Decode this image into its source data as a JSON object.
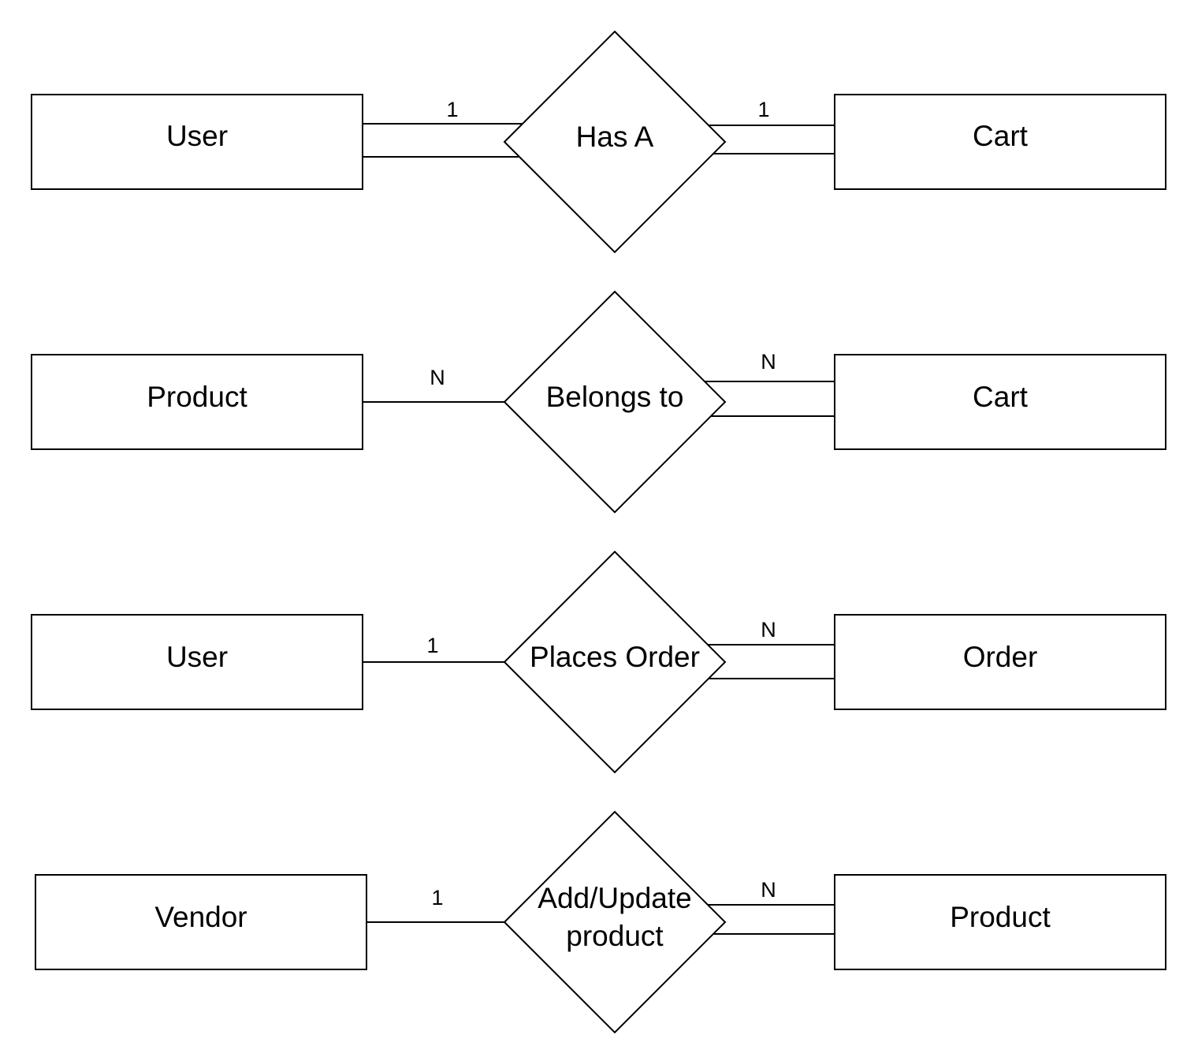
{
  "rows": [
    {
      "left": "User",
      "relationship": [
        "Has A"
      ],
      "right": "Cart",
      "left_cardinality": "1",
      "right_cardinality": "1",
      "left_total_participation": true,
      "right_total_participation": true
    },
    {
      "left": "Product",
      "relationship": [
        "Belongs to"
      ],
      "right": "Cart",
      "left_cardinality": "N",
      "right_cardinality": "N",
      "left_total_participation": false,
      "right_total_participation": true
    },
    {
      "left": "User",
      "relationship": [
        "Places Order"
      ],
      "right": "Order",
      "left_cardinality": "1",
      "right_cardinality": "N",
      "left_total_participation": false,
      "right_total_participation": true
    },
    {
      "left": "Vendor",
      "relationship": [
        "Add/Update",
        "product"
      ],
      "right": "Product",
      "left_cardinality": "1",
      "right_cardinality": "N",
      "left_total_participation": false,
      "right_total_participation": true
    }
  ]
}
